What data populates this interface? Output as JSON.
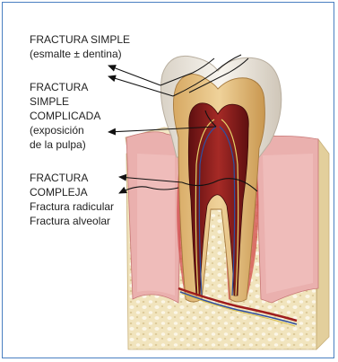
{
  "labels": {
    "fractura_simple": "FRACTURA SIMPLE\n(esmalte ± dentina)",
    "fractura_simple_complicada": "FRACTURA\nSIMPLE\nCOMPLICADA\n(exposición\nde la pulpa)",
    "fractura_compleja": "FRACTURA\nCOMPLEJA\nFractura radicular\nFractura alveolar"
  },
  "colors": {
    "frame_border": "#4a7fc1",
    "enamel": "#f3eee4",
    "dentin": "#e7c98f",
    "pulp": "#8b1a1a",
    "gum": "#e8a5a5",
    "bone": "#f1e4bd",
    "line": "#111111"
  }
}
